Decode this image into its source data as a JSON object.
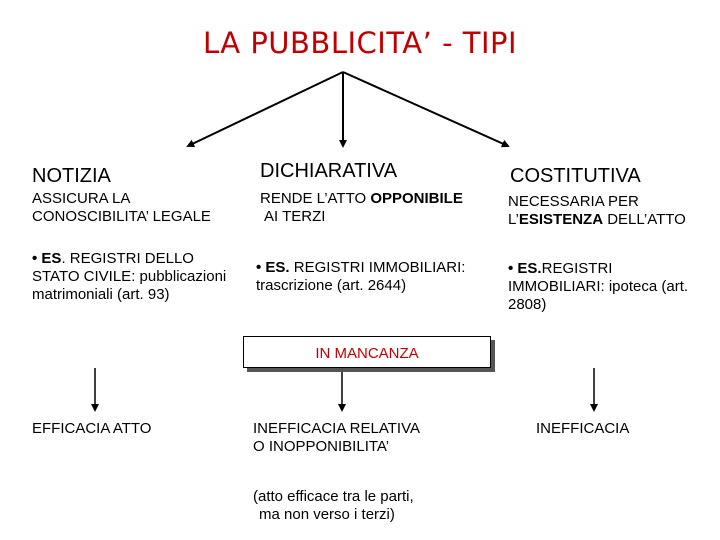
{
  "title": "LA PUBBLICITA’ - TIPI",
  "columns": [
    {
      "heading": "NOTIZIA",
      "description": "ASSICURA LA CONOSCIBILITA’ LEGALE",
      "example_prefix": "• ES",
      "example_text": ". REGISTRI DELLO STATO CIVILE: pubblicazioni matrimoniali (art. 93)"
    },
    {
      "heading": "DICHIARATIVA",
      "description_a": "RENDE L’ATTO ",
      "description_b": "OPPONIBILE",
      "description_c": "AI TERZI",
      "example_prefix": "• ES.",
      "example_text": " REGISTRI IMMOBILIARI: trascrizione (art. 2644)"
    },
    {
      "heading": "COSTITUTIVA",
      "description_a": "NECESSARIA PER L’",
      "description_b": "ESISTENZA",
      "description_c": " DELL’ATTO",
      "example_prefix": "• ES.",
      "example_text": "REGISTRI IMMOBILIARI: ipoteca (art. 2808)"
    }
  ],
  "in_mancanza": "IN MANCANZA",
  "effects": [
    {
      "label": "EFFICACIA ATTO"
    },
    {
      "label_line1": "INEFFICACIA RELATIVA",
      "label_line2": "O INOPPONIBILITA’",
      "note_line1": "(atto efficace tra le parti,",
      "note_line2": "ma non verso i terzi)"
    },
    {
      "label": "INEFFICACIA"
    }
  ],
  "colors": {
    "title": "#c00000",
    "box_text": "#c00000",
    "lines": "#000000",
    "box_shadow": "#555555"
  }
}
